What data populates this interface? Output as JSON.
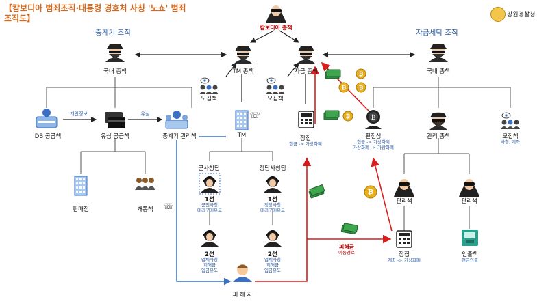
{
  "title": "【캄보디아 범죄조직·대통령 경호처 사칭 '노쇼' 범죄 조직도】",
  "police_label": "강원경찰청",
  "sections": {
    "broker_org": "중계기 조직",
    "laundering_org": "자금세탁 조직"
  },
  "nodes": {
    "cambodia_boss": "캄보디아 총책",
    "broker_domestic_boss": "국내 총책",
    "tm_boss": "TM 총책",
    "fund_boss": "자금 총책",
    "laundering_domestic_boss": "국내 총책",
    "recruiter_tm": "모집책",
    "recruiter_fund": "모집책",
    "db_supplier": "DB 공급책",
    "usim_supplier": "유심 공급책",
    "relay_manager": "중계기 관리책",
    "tm": "TM",
    "ledger1": "장집",
    "ledger1_note": "현금 -> 가상화폐",
    "exchanger": "환전상",
    "exchanger_note1": "현금 -> 가상화폐",
    "exchanger_note2": "가상화폐 -> 가상화폐",
    "manager_boss": "관리 총책",
    "recruiter_right": "모집책",
    "recruiter_right_note": "사칭, 계좌",
    "sales_shop": "판매점",
    "opener": "개통책",
    "military_team": "군사칭팀",
    "political_team": "정당사칭팀",
    "line1_left": "1선",
    "line1_left_note1": "군인사칭",
    "line1_left_note2": "대리구매유도",
    "line1_right": "1선",
    "line1_right_note1": "정당사칭",
    "line1_right_note2": "대리구매유도",
    "line2_left": "2선",
    "line2_left_note1": "업체사칭",
    "line2_left_note2": "피해금",
    "line2_left_note3": "입금유도",
    "line2_right": "2선",
    "line2_right_note1": "업체사칭",
    "line2_right_note2": "피해금",
    "line2_right_note3": "입금유도",
    "victim": "피 해 자",
    "manager1": "관리책",
    "manager2": "관리책",
    "ledger2": "장집",
    "ledger2_note": "계좌 -> 가상화폐",
    "withdrawer": "인출책",
    "withdrawer_note": "현금인출",
    "damage_flow": "피해금",
    "damage_flow2": "이동경로"
  },
  "edge_labels": {
    "personal_info": "개인정보",
    "usim": "유심"
  },
  "colors": {
    "title": "#d2691e",
    "section": "#2e5fa8",
    "red_arrow": "#d91e1e",
    "blue_line": "#3a6fc4",
    "tree_line": "#555555",
    "coin": "#e8b020",
    "cash": "#2e8b3d"
  },
  "icons": {
    "boss": "hacker-icon",
    "recruiter": "group-icon",
    "db": "database-icon",
    "card": "card-icon",
    "building": "building-icon",
    "headset": "operator-icon",
    "victim": "person-icon",
    "coin": "bitcoin-icon",
    "cash": "cash-icon",
    "atm": "atm-icon",
    "ledger": "register-icon"
  }
}
